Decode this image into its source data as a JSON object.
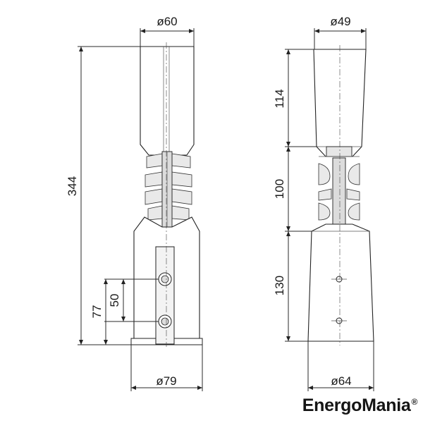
{
  "dimensions": {
    "left_top_diameter": "ø60",
    "left_bottom_diameter": "ø79",
    "left_total_height": "344",
    "left_bolt_spacing": "50",
    "left_bolt_height": "77",
    "right_top_diameter": "ø49",
    "right_bottom_diameter": "ø64",
    "right_upper_height": "114",
    "right_middle_height": "100",
    "right_lower_height": "130"
  },
  "brand": {
    "name": "EnergoMania",
    "mark": "®"
  }
}
